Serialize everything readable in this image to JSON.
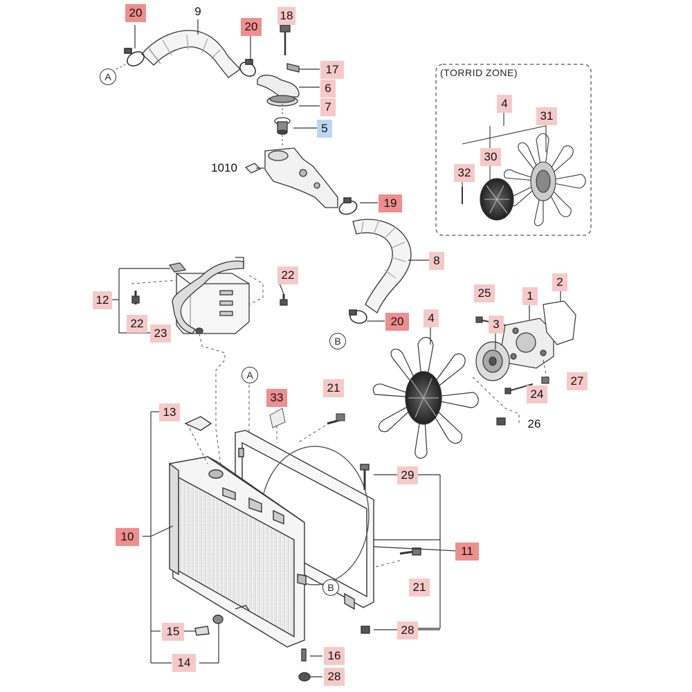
{
  "diagram": {
    "callouts": [
      {
        "id": "c20a",
        "text": "20",
        "style": "red"
      },
      {
        "id": "c9",
        "text": "9",
        "style": "plain"
      },
      {
        "id": "c20b",
        "text": "20",
        "style": "red"
      },
      {
        "id": "c18",
        "text": "18",
        "style": "pink"
      },
      {
        "id": "c17",
        "text": "17",
        "style": "pink"
      },
      {
        "id": "c6",
        "text": "6",
        "style": "pink"
      },
      {
        "id": "c7",
        "text": "7",
        "style": "pink"
      },
      {
        "id": "c5",
        "text": "5",
        "style": "blue"
      },
      {
        "id": "c1010",
        "text": "1010",
        "style": "plain"
      },
      {
        "id": "c19",
        "text": "19",
        "style": "red"
      },
      {
        "id": "c8",
        "text": "8",
        "style": "pink"
      },
      {
        "id": "c4z",
        "text": "4",
        "style": "pink"
      },
      {
        "id": "c31",
        "text": "31",
        "style": "pink"
      },
      {
        "id": "c30",
        "text": "30",
        "style": "pink"
      },
      {
        "id": "c32",
        "text": "32",
        "style": "pink"
      },
      {
        "id": "c12",
        "text": "12",
        "style": "pink"
      },
      {
        "id": "c22a",
        "text": "22",
        "style": "pink"
      },
      {
        "id": "c22b",
        "text": "22",
        "style": "pink"
      },
      {
        "id": "c23",
        "text": "23",
        "style": "pink"
      },
      {
        "id": "c20c",
        "text": "20",
        "style": "red"
      },
      {
        "id": "c2",
        "text": "2",
        "style": "pink"
      },
      {
        "id": "c25",
        "text": "25",
        "style": "pink"
      },
      {
        "id": "c1",
        "text": "1",
        "style": "pink"
      },
      {
        "id": "c3",
        "text": "3",
        "style": "pink"
      },
      {
        "id": "c4",
        "text": "4",
        "style": "pink"
      },
      {
        "id": "c27",
        "text": "27",
        "style": "pink"
      },
      {
        "id": "c24",
        "text": "24",
        "style": "pink"
      },
      {
        "id": "c26",
        "text": "26",
        "style": "plain"
      },
      {
        "id": "c33",
        "text": "33",
        "style": "red"
      },
      {
        "id": "c21a",
        "text": "21",
        "style": "pink"
      },
      {
        "id": "c13",
        "text": "13",
        "style": "pink"
      },
      {
        "id": "c29",
        "text": "29",
        "style": "pink"
      },
      {
        "id": "c10",
        "text": "10",
        "style": "red"
      },
      {
        "id": "c11",
        "text": "11",
        "style": "red"
      },
      {
        "id": "c21b",
        "text": "21",
        "style": "pink"
      },
      {
        "id": "c15",
        "text": "15",
        "style": "pink"
      },
      {
        "id": "c28a",
        "text": "28",
        "style": "pink"
      },
      {
        "id": "c16",
        "text": "16",
        "style": "pink"
      },
      {
        "id": "c14",
        "text": "14",
        "style": "pink"
      },
      {
        "id": "c28b",
        "text": "28",
        "style": "pink"
      }
    ],
    "refs": [
      {
        "id": "refA1",
        "text": "A"
      },
      {
        "id": "refB1",
        "text": "B"
      },
      {
        "id": "refA2",
        "text": "A"
      },
      {
        "id": "refB2",
        "text": "B"
      }
    ],
    "torrid_zone_title": "(TORRID ZONE)",
    "colors": {
      "red": "#ef8e8e",
      "pink": "#f6c9c9",
      "blue": "#bcd6f2",
      "line": "#333333"
    }
  }
}
